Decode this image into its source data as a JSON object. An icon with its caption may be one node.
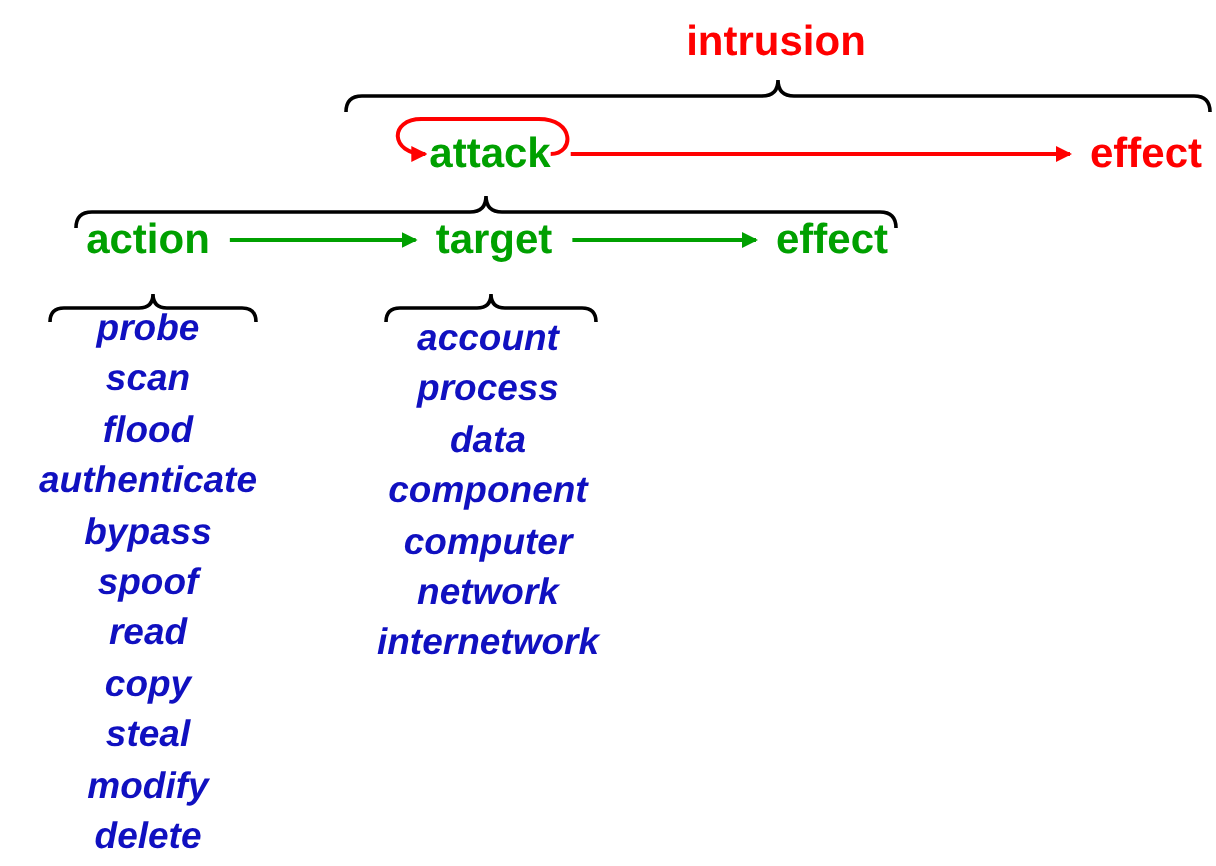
{
  "diagram": {
    "nodes": [
      {
        "text": [
          "intrusion"
        ]
      },
      {
        "text": [
          "attack"
        ]
      },
      {
        "text": [
          "effect"
        ]
      },
      {
        "text": [
          "action"
        ]
      },
      {
        "text": [
          "target"
        ]
      },
      {
        "text": [
          "effect"
        ]
      }
    ],
    "edges": [
      {
        "from": 1,
        "to": 1,
        "arrow": "to",
        "color": "#ff0000"
      },
      {
        "from": 1,
        "to": 2,
        "arrow": "to",
        "color": "#ff0000"
      },
      {
        "from": 3,
        "to": 4,
        "arrow": "to",
        "color": "#00a000"
      },
      {
        "from": 4,
        "to": 5,
        "arrow": "to",
        "color": "#00a000"
      }
    ],
    "labels": [
      "probe",
      "scan",
      "flood",
      "authenticate",
      "bypass",
      "spoof",
      "read",
      "copy",
      "steal",
      "modify",
      "delete",
      "account",
      "process",
      "data",
      "component",
      "computer",
      "network",
      "internetwork"
    ]
  }
}
